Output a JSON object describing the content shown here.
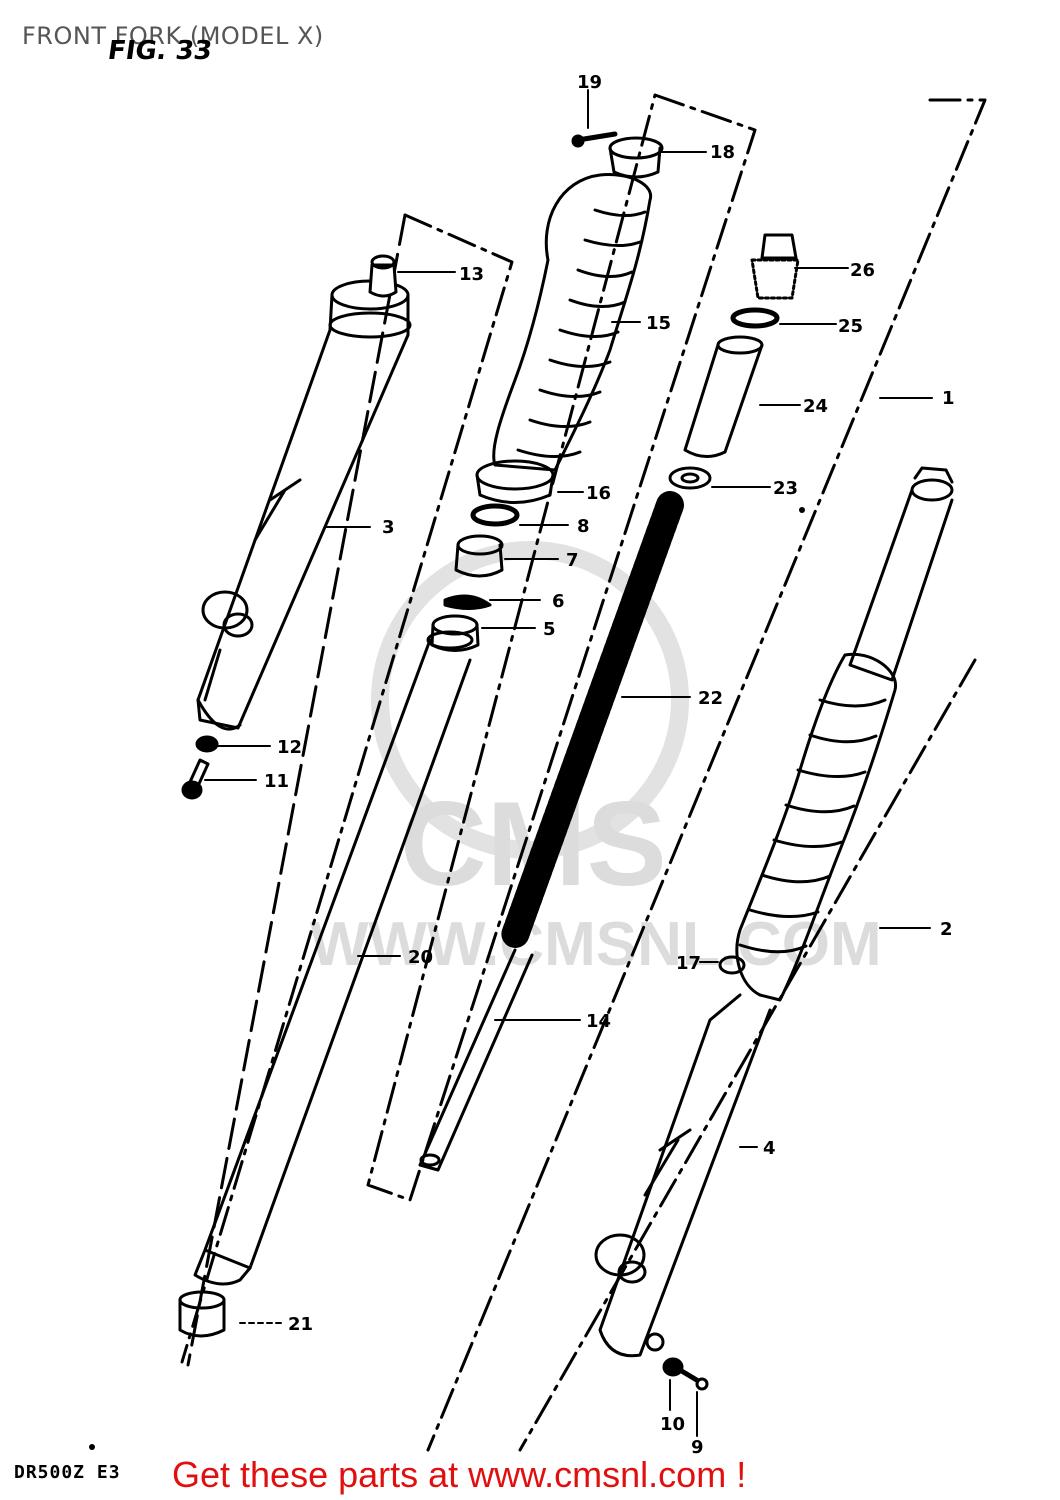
{
  "header": {
    "title": "FRONT FORK (MODEL X)",
    "figure": "FIG. 33"
  },
  "footer": {
    "model_code": "DR500Z E3",
    "promo_text": "Get these parts at www.cmsnl.com !"
  },
  "watermark": {
    "brand": "CMS",
    "url": "WWW.CMSNL.COM"
  },
  "callouts": {
    "c1": "1",
    "c2": "2",
    "c3": "3",
    "c4": "4",
    "c5": "5",
    "c6": "6",
    "c7": "7",
    "c8": "8",
    "c9": "9",
    "c10": "10",
    "c11": "11",
    "c12": "12",
    "c13": "13",
    "c14": "14",
    "c15": "15",
    "c16": "16",
    "c17": "17",
    "c18": "18",
    "c19": "19",
    "c20": "20",
    "c21": "21",
    "c22": "22",
    "c23": "23",
    "c24": "24",
    "c25": "25",
    "c26": "26"
  },
  "colors": {
    "line": "#000000",
    "promo": "#e01010",
    "watermark": "#dcdcdc"
  }
}
